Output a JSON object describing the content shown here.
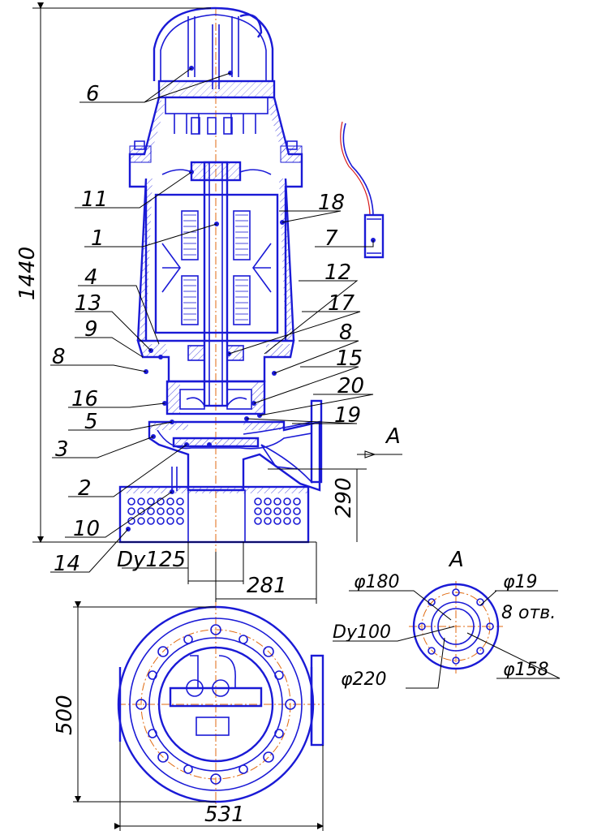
{
  "callouts": {
    "c6": "6",
    "c11": "11",
    "c1": "1",
    "c4": "4",
    "c13": "13",
    "c9": "9",
    "c8a": "8",
    "c16": "16",
    "c5": "5",
    "c3": "3",
    "c2": "2",
    "c10": "10",
    "c14": "14",
    "c18": "18",
    "c7": "7",
    "c12": "12",
    "c17": "17",
    "c8b": "8",
    "c15": "15",
    "c20": "20",
    "c19": "19"
  },
  "dimensions": {
    "height_total": "1440",
    "height_inlet": "290",
    "dy125": "Dy125",
    "offset_281": "281",
    "width_500": "500",
    "width_531": "531"
  },
  "view_a": {
    "title": "A",
    "arrow_label": "A",
    "d180": "φ180",
    "d19": "φ19",
    "holes": "8 отв.",
    "dy100": "Dy100",
    "d220": "φ220",
    "d158": "φ158"
  },
  "colors": {
    "outline": "#1a1ad6",
    "centerline": "#e06a10",
    "cable": "#d81818",
    "annotation": "#000000"
  }
}
